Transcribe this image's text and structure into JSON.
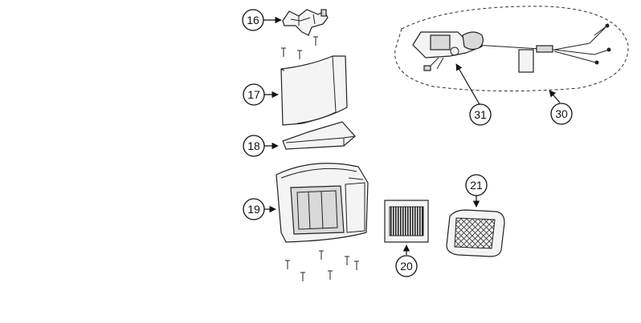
{
  "callouts": {
    "c16": "16",
    "c17": "17",
    "c18": "18",
    "c19": "19",
    "c20": "20",
    "c21": "21",
    "c30": "30",
    "c31": "31"
  }
}
